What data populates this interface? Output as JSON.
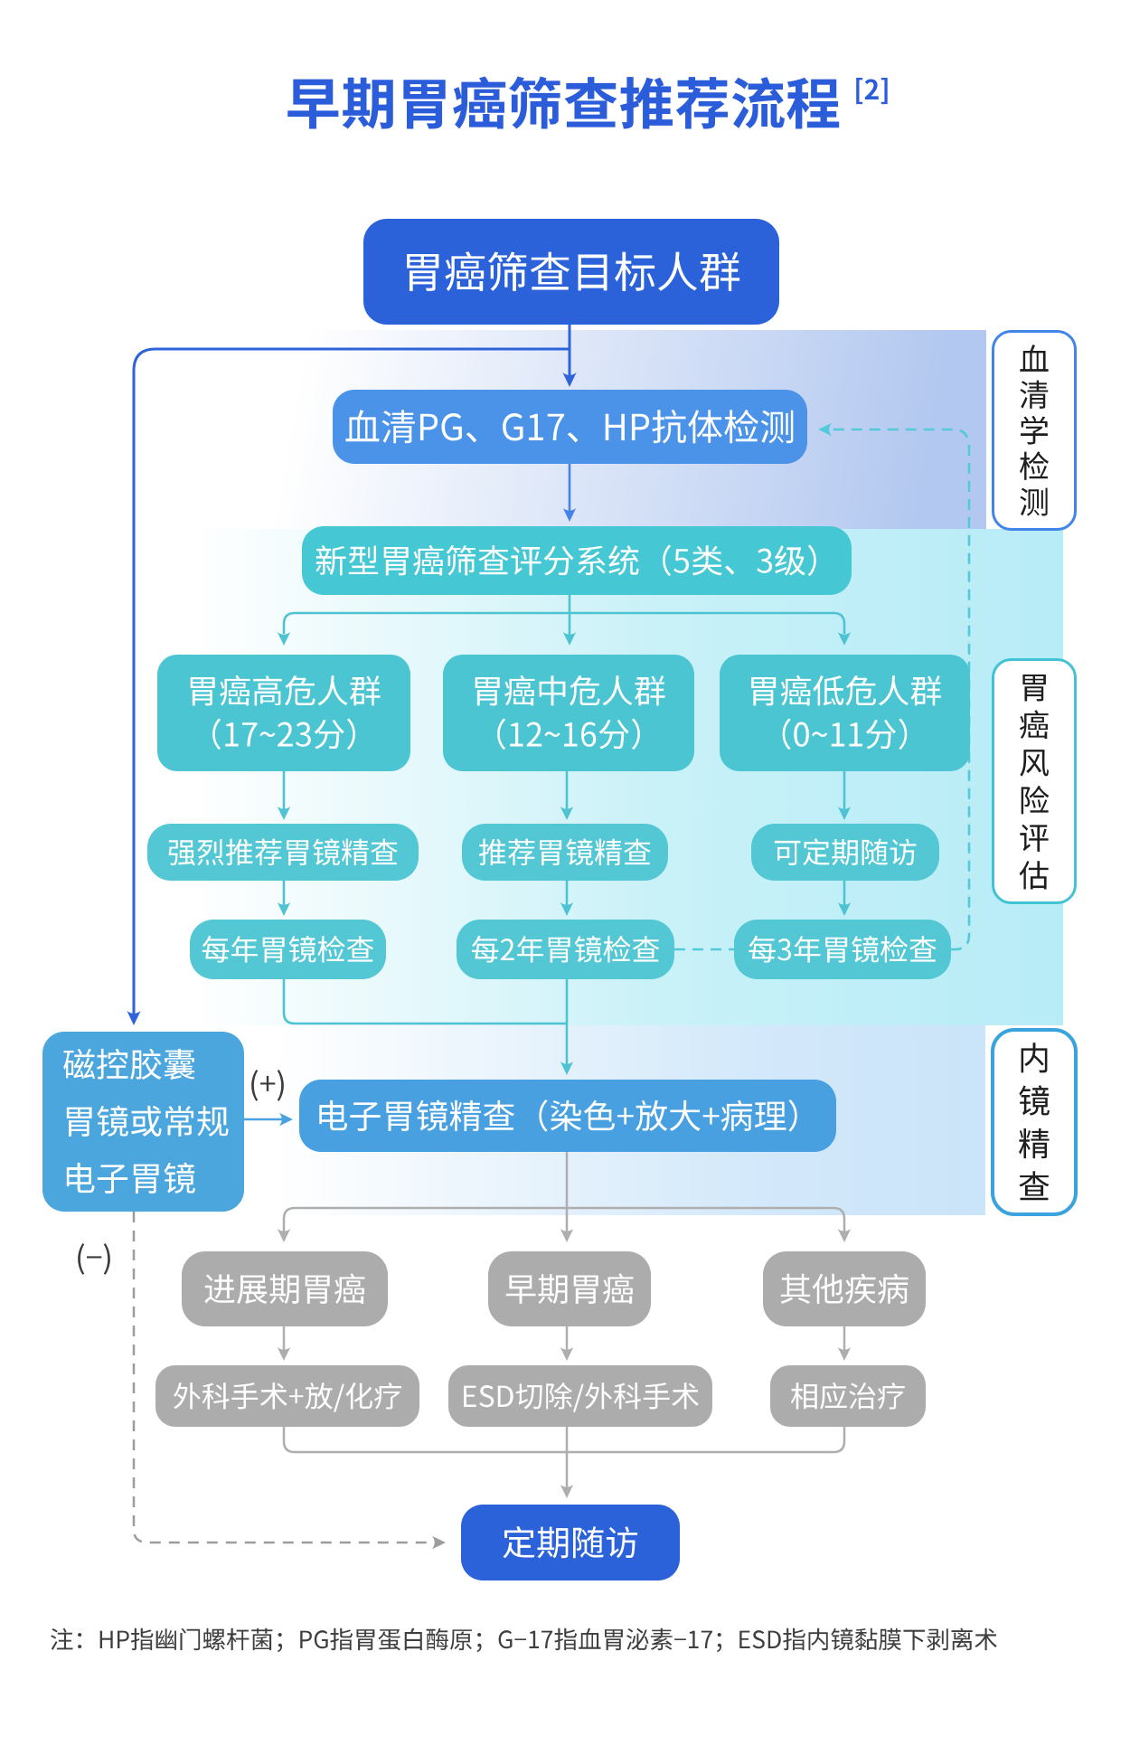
{
  "title": {
    "text": "早期胃癌筛查推荐流程",
    "superscript": "[2]"
  },
  "flow": {
    "target_population": "胃癌筛查目标人群",
    "serology_test": "血清PG、G17、HP抗体检测",
    "scoring_system": "新型胃癌筛查评分系统（5类、3级）",
    "risk_groups": [
      {
        "name": "胃癌高危人群",
        "score_range": "（17~23分）",
        "recommendation": "强烈推荐胃镜精查",
        "surveillance": "每年胃镜检查"
      },
      {
        "name": "胃癌中危人群",
        "score_range": "（12~16分）",
        "recommendation": "推荐胃镜精查",
        "surveillance": "每2年胃镜检查"
      },
      {
        "name": "胃癌低危人群",
        "score_range": "（0~11分）",
        "recommendation": "可定期随访",
        "surveillance": "每3年胃镜检查"
      }
    ],
    "capsule_endoscopy": {
      "lines": [
        "磁控胶囊",
        "胃镜或常规",
        "电子胃镜"
      ],
      "positive_label": "(+)",
      "negative_label": "(−)"
    },
    "detailed_endoscopy": "电子胃镜精查（染色+放大+病理）",
    "outcomes": [
      {
        "diagnosis": "进展期胃癌",
        "treatment": "外科手术+放/化疗"
      },
      {
        "diagnosis": "早期胃癌",
        "treatment": "ESD切除/外科手术"
      },
      {
        "diagnosis": "其他疾病",
        "treatment": "相应治疗"
      }
    ],
    "followup": "定期随访"
  },
  "stage_labels": [
    "血清学检测",
    "胃癌风险评估",
    "内镜精查"
  ],
  "note": "注：HP指幽门螺杆菌；PG指胃蛋白酶原；G−17指血胃泌素−17；ESD指内镜黏膜下剥离术",
  "colors": {
    "primary_blue": "#2b62d9",
    "serology_blue": "#4a93e8",
    "teal": "#46c8d4",
    "sky_blue": "#49a0e1",
    "gray": "#acacac",
    "title_blue": "#2b5cd9"
  }
}
